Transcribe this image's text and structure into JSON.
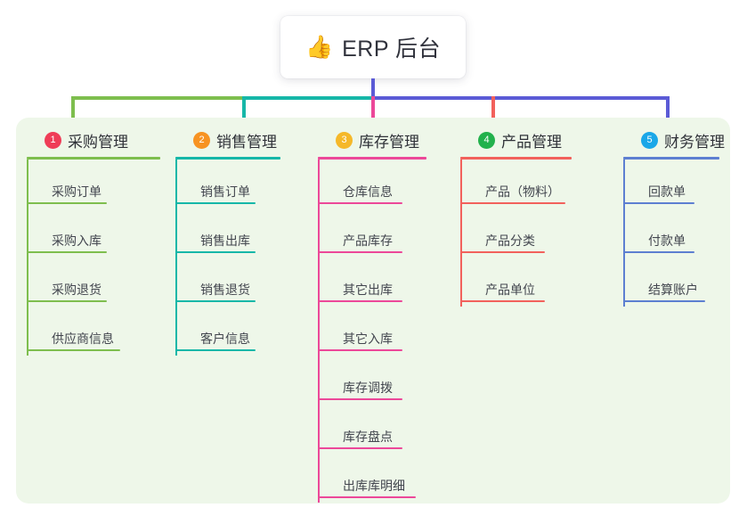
{
  "root": {
    "icon": "thumbs-up-icon",
    "icon_glyph": "👍",
    "title": "ERP 后台"
  },
  "panel": {
    "background": "#eef7e9"
  },
  "connectors": {
    "stem_color": "#5b5bd6",
    "bus_colors": [
      "#7ebe4e",
      "#16b7a8",
      "#5b5bd6"
    ],
    "drop_colors": [
      "#7ebe4e",
      "#16b7a8",
      "#ec4899",
      "#f2615c",
      "#5b5bd6"
    ]
  },
  "columns": [
    {
      "index": "1",
      "label": "采购管理",
      "badge_color": "#ef3d57",
      "line_color": "#7ebe4e",
      "width": 150,
      "items": [
        {
          "label": "采购订单",
          "rule_width": 90
        },
        {
          "label": "采购入库",
          "rule_width": 90
        },
        {
          "label": "采购退货",
          "rule_width": 90
        },
        {
          "label": "供应商信息",
          "rule_width": 105
        }
      ]
    },
    {
      "index": "2",
      "label": "销售管理",
      "badge_color": "#f79322",
      "line_color": "#16b7a8",
      "width": 118,
      "items": [
        {
          "label": "销售订单",
          "rule_width": 90
        },
        {
          "label": "销售出库",
          "rule_width": 90
        },
        {
          "label": "销售退货",
          "rule_width": 90
        },
        {
          "label": "客户信息",
          "rule_width": 90
        }
      ]
    },
    {
      "index": "3",
      "label": "库存管理",
      "badge_color": "#f5b829",
      "line_color": "#ec4899",
      "width": 122,
      "items": [
        {
          "label": "仓库信息",
          "rule_width": 95
        },
        {
          "label": "产品库存",
          "rule_width": 95
        },
        {
          "label": "其它出库",
          "rule_width": 95
        },
        {
          "label": "其它入库",
          "rule_width": 95
        },
        {
          "label": "库存调拨",
          "rule_width": 95
        },
        {
          "label": "库存盘点",
          "rule_width": 95
        },
        {
          "label": "出库库明细",
          "rule_width": 110
        }
      ]
    },
    {
      "index": "4",
      "label": "产品管理",
      "badge_color": "#22b14c",
      "line_color": "#f2615c",
      "width": 125,
      "items": [
        {
          "label": "产品（物料）",
          "rule_width": 118
        },
        {
          "label": "产品分类",
          "rule_width": 95
        },
        {
          "label": "产品单位",
          "rule_width": 95
        }
      ]
    },
    {
      "index": "5",
      "label": "财务管理",
      "badge_color": "#1aa7e8",
      "line_color": "#5d7fd1",
      "width": 108,
      "items": [
        {
          "label": "回款单",
          "rule_width": 80
        },
        {
          "label": "付款单",
          "rule_width": 80
        },
        {
          "label": "结算账户",
          "rule_width": 92
        }
      ]
    }
  ]
}
